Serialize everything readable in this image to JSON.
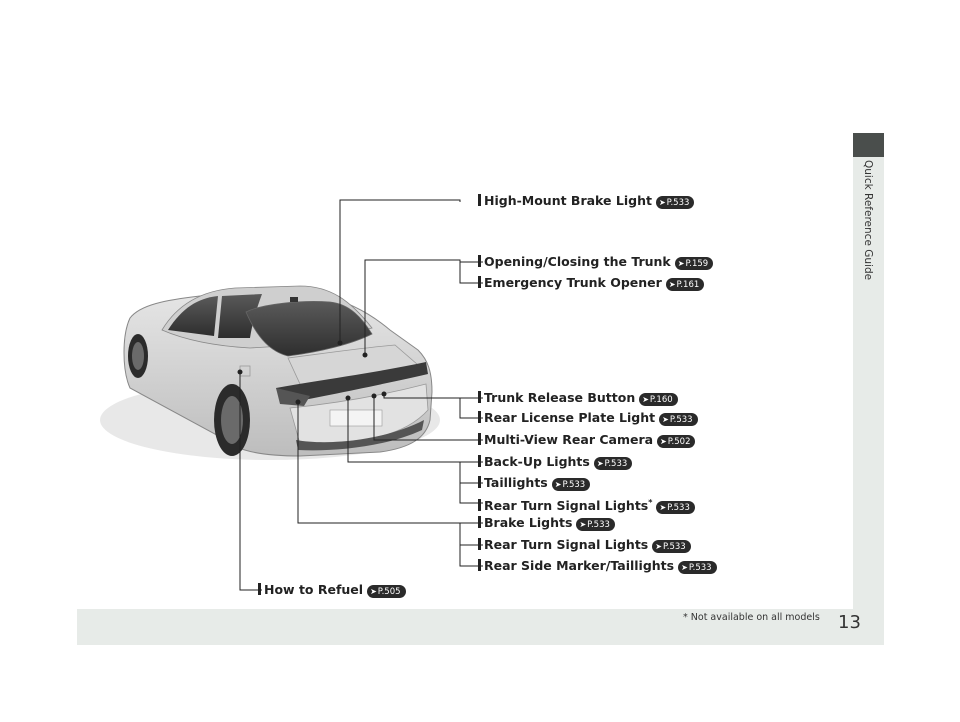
{
  "side_tab": {
    "label": "Quick Reference Guide"
  },
  "page_number": "13",
  "footnote": "* Not available on all models",
  "labels": [
    {
      "text": "High-Mount Brake Light",
      "ref": "P.533"
    },
    {
      "text": "Opening/Closing the Trunk",
      "ref": "P.159"
    },
    {
      "text": "Emergency Trunk Opener",
      "ref": "P.161"
    },
    {
      "text": "Trunk Release Button",
      "ref": "P.160"
    },
    {
      "text": "Rear License Plate Light",
      "ref": "P.533"
    },
    {
      "text": "Multi-View Rear Camera",
      "ref": "P.502"
    },
    {
      "text": "Back-Up Lights",
      "ref": "P.533"
    },
    {
      "text": "Taillights",
      "ref": "P.533"
    },
    {
      "text": "Rear Turn Signal Lights",
      "mark": "*",
      "ref": "P.533"
    },
    {
      "text": "Brake Lights",
      "ref": "P.533"
    },
    {
      "text": "Rear Turn Signal Lights",
      "ref": "P.533"
    },
    {
      "text": "Rear Side Marker/Taillights",
      "ref": "P.533"
    },
    {
      "text": "How to Refuel",
      "ref": "P.505"
    }
  ]
}
